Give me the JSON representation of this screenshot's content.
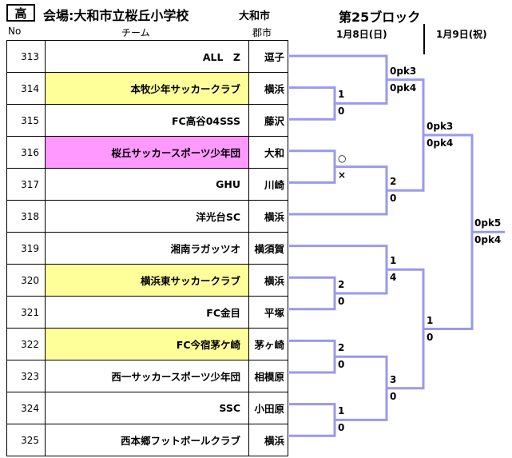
{
  "header": {
    "badge": "高",
    "venue": "会場:大和市立桜丘小学校",
    "city": "大和市",
    "block": "第25ブロック",
    "date1": "1月8日(日)",
    "date2": "1月9日(祝)",
    "col_no": "No",
    "col_team": "チーム",
    "col_pref": "郡市"
  },
  "colors": {
    "line": "#9999ee",
    "yellow": "#ffff99",
    "pink": "#ff99ff"
  },
  "teams": [
    {
      "no": "313",
      "name": "ALL　Z",
      "area": "逗子",
      "bg": ""
    },
    {
      "no": "314",
      "name": "本牧少年サッカークラブ",
      "area": "横浜",
      "bg": "yellow"
    },
    {
      "no": "315",
      "name": "FC高谷04SSS",
      "area": "藤沢",
      "bg": ""
    },
    {
      "no": "316",
      "name": "桜丘サッカースポーツ少年団",
      "area": "大和",
      "bg": "pink"
    },
    {
      "no": "317",
      "name": "GHU",
      "area": "川崎",
      "bg": ""
    },
    {
      "no": "318",
      "name": "洋光台SC",
      "area": "横浜",
      "bg": ""
    },
    {
      "no": "319",
      "name": "湘南ラガッツオ",
      "area": "横須賀",
      "bg": ""
    },
    {
      "no": "320",
      "name": "横浜東サッカークラブ",
      "area": "横浜",
      "bg": "yellow"
    },
    {
      "no": "321",
      "name": "FC金目",
      "area": "平塚",
      "bg": ""
    },
    {
      "no": "322",
      "name": "FC今宿茅ケ崎",
      "area": "茅ヶ崎",
      "bg": "yellow"
    },
    {
      "no": "323",
      "name": "西一サッカースポーツ少年団",
      "area": "相模原",
      "bg": ""
    },
    {
      "no": "324",
      "name": "SSC",
      "area": "小田原",
      "bg": ""
    },
    {
      "no": "325",
      "name": "西本郷フットボールクラブ",
      "area": "横浜",
      "bg": ""
    }
  ],
  "scores": {
    "m314_315_top": "1",
    "m314_315_bot": "0",
    "m316_317_top": "○",
    "m316_317_bot": "×",
    "m320_321_top": "2",
    "m320_321_bot": "0",
    "m322_323_top": "2",
    "m322_323_bot": "0",
    "m324_325_top": "1",
    "m324_325_bot": "0",
    "r2a_top": "0pk3",
    "r2a_bot": "0pk4",
    "r2b_top": "2",
    "r2b_bot": "0",
    "r2c_top": "1",
    "r2c_bot": "4",
    "r2d_top": "3",
    "r2d_bot": "0",
    "r3a_top": "0pk3",
    "r3a_bot": "0pk4",
    "r3b_top": "1",
    "r3b_bot": "0",
    "final_top": "0pk5",
    "final_bot": "0pk4"
  }
}
